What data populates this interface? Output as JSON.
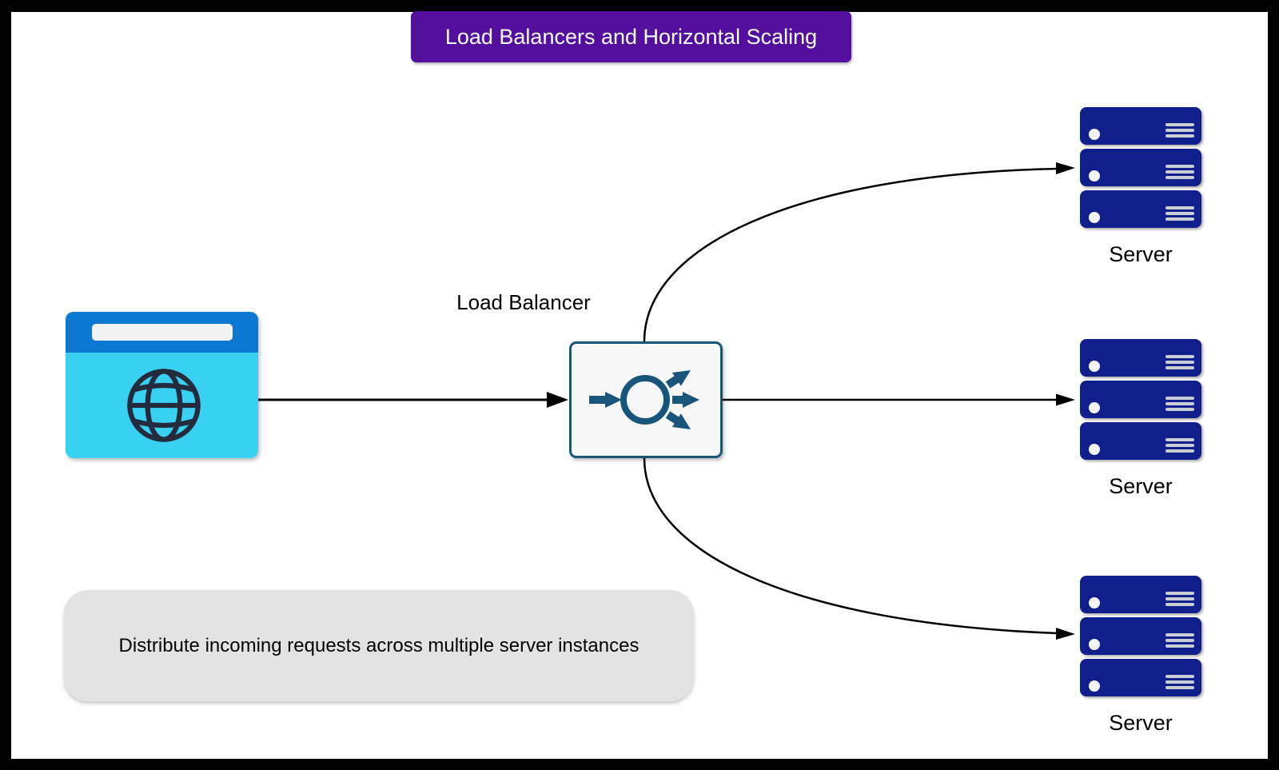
{
  "title": "Load Balancers and Horizontal Scaling",
  "client": {
    "icon": "browser-globe-icon"
  },
  "load_balancer": {
    "label": "Load Balancer",
    "icon": "load-balancer-distribution-icon"
  },
  "servers": [
    {
      "label": "Server",
      "icon": "server-rack-icon",
      "units": 3
    },
    {
      "label": "Server",
      "icon": "server-rack-icon",
      "units": 3
    },
    {
      "label": "Server",
      "icon": "server-rack-icon",
      "units": 3
    }
  ],
  "note": {
    "text": "Distribute incoming requests across multiple server instances"
  },
  "colors": {
    "banner_bg": "#550F9E",
    "banner_text": "#FFFFFF",
    "browser_header": "#0B79D4",
    "browser_body": "#38D1F2",
    "globe_stroke": "#232B3C",
    "lb_stroke": "#17567A",
    "lb_fill": "#F7F7F7",
    "server_fill": "#101F8C",
    "note_bg": "#E3E3E3",
    "connector": "#000000",
    "frame": "#000000",
    "page_bg": "#FFFFFF"
  }
}
